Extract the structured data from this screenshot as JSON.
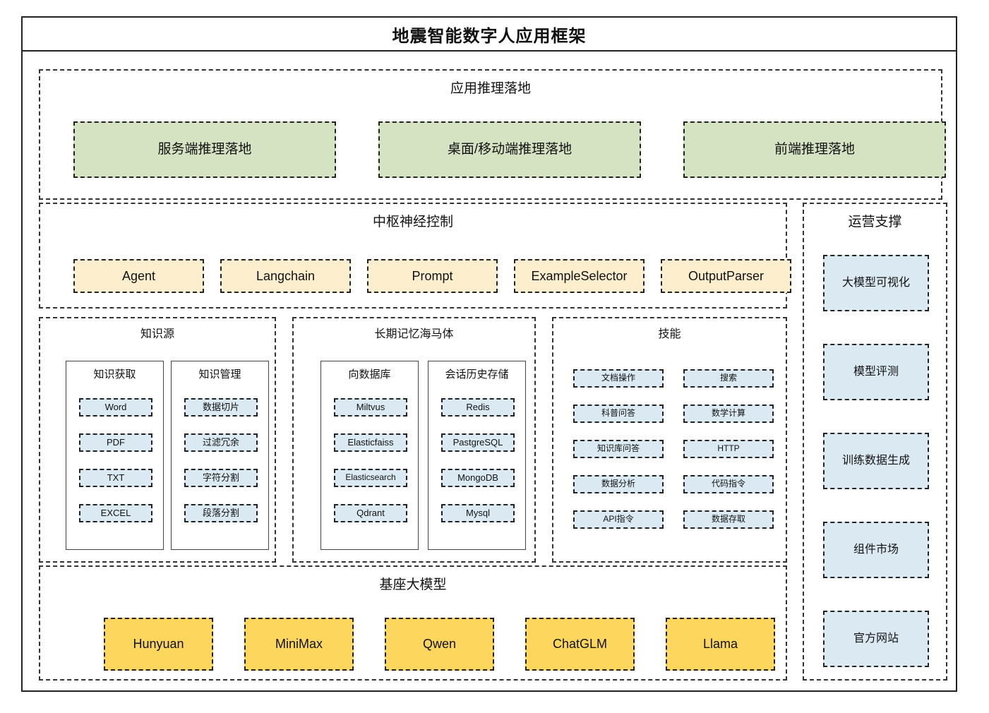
{
  "header": {
    "title": "地震智能数字人应用框架"
  },
  "colors": {
    "green": "#d6e3c2",
    "cream": "#fdeece",
    "blue": "#dbeaf2",
    "yellow": "#fcd65d",
    "border": "#222222",
    "frame": "#222222"
  },
  "sections": {
    "deployment": {
      "title": "应用推理落地",
      "items": [
        {
          "label": "服务端推理落地"
        },
        {
          "label": "桌面/移动端推理落地"
        },
        {
          "label": "前端推理落地"
        }
      ]
    },
    "control": {
      "title": "中枢神经控制",
      "items": [
        {
          "label": "Agent"
        },
        {
          "label": "Langchain"
        },
        {
          "label": "Prompt"
        },
        {
          "label": "ExampleSelector"
        },
        {
          "label": "OutputParser"
        }
      ]
    },
    "knowledge_source": {
      "title": "知识源",
      "panels": [
        {
          "title": "知识获取",
          "items": [
            {
              "label": "Word"
            },
            {
              "label": "PDF"
            },
            {
              "label": "TXT"
            },
            {
              "label": "EXCEL"
            }
          ]
        },
        {
          "title": "知识管理",
          "items": [
            {
              "label": "数据切片"
            },
            {
              "label": "过滤冗余"
            },
            {
              "label": "字符分割"
            },
            {
              "label": "段落分割"
            }
          ]
        }
      ]
    },
    "memory": {
      "title": "长期记忆海马体",
      "panels": [
        {
          "title": "向数据库",
          "items": [
            {
              "label": "Miltvus"
            },
            {
              "label": "Elasticfaiss"
            },
            {
              "label": "Elasticsearch"
            },
            {
              "label": "Qdrant"
            }
          ]
        },
        {
          "title": "会话历史存储",
          "items": [
            {
              "label": "Redis"
            },
            {
              "label": "PastgreSQL"
            },
            {
              "label": "MongoDB"
            },
            {
              "label": "Mysql"
            }
          ]
        }
      ]
    },
    "skills": {
      "title": "技能",
      "left_items": [
        {
          "label": "文档操作"
        },
        {
          "label": "科普问答"
        },
        {
          "label": "知识库问答"
        },
        {
          "label": "数据分析"
        },
        {
          "label": "API指令"
        }
      ],
      "right_items": [
        {
          "label": "搜索"
        },
        {
          "label": "数学计算"
        },
        {
          "label": "HTTP"
        },
        {
          "label": "代码指令"
        },
        {
          "label": "数据存取"
        }
      ]
    },
    "base_models": {
      "title": "基座大模型",
      "items": [
        {
          "label": "Hunyuan"
        },
        {
          "label": "MiniMax"
        },
        {
          "label": "Qwen"
        },
        {
          "label": "ChatGLM"
        },
        {
          "label": "Llama"
        }
      ]
    },
    "operations": {
      "title": "运营支撑",
      "items": [
        {
          "label": "大模型可视化"
        },
        {
          "label": "模型评测"
        },
        {
          "label": "训练数据生成"
        },
        {
          "label": "组件市场"
        },
        {
          "label": "官方网站"
        }
      ]
    }
  }
}
